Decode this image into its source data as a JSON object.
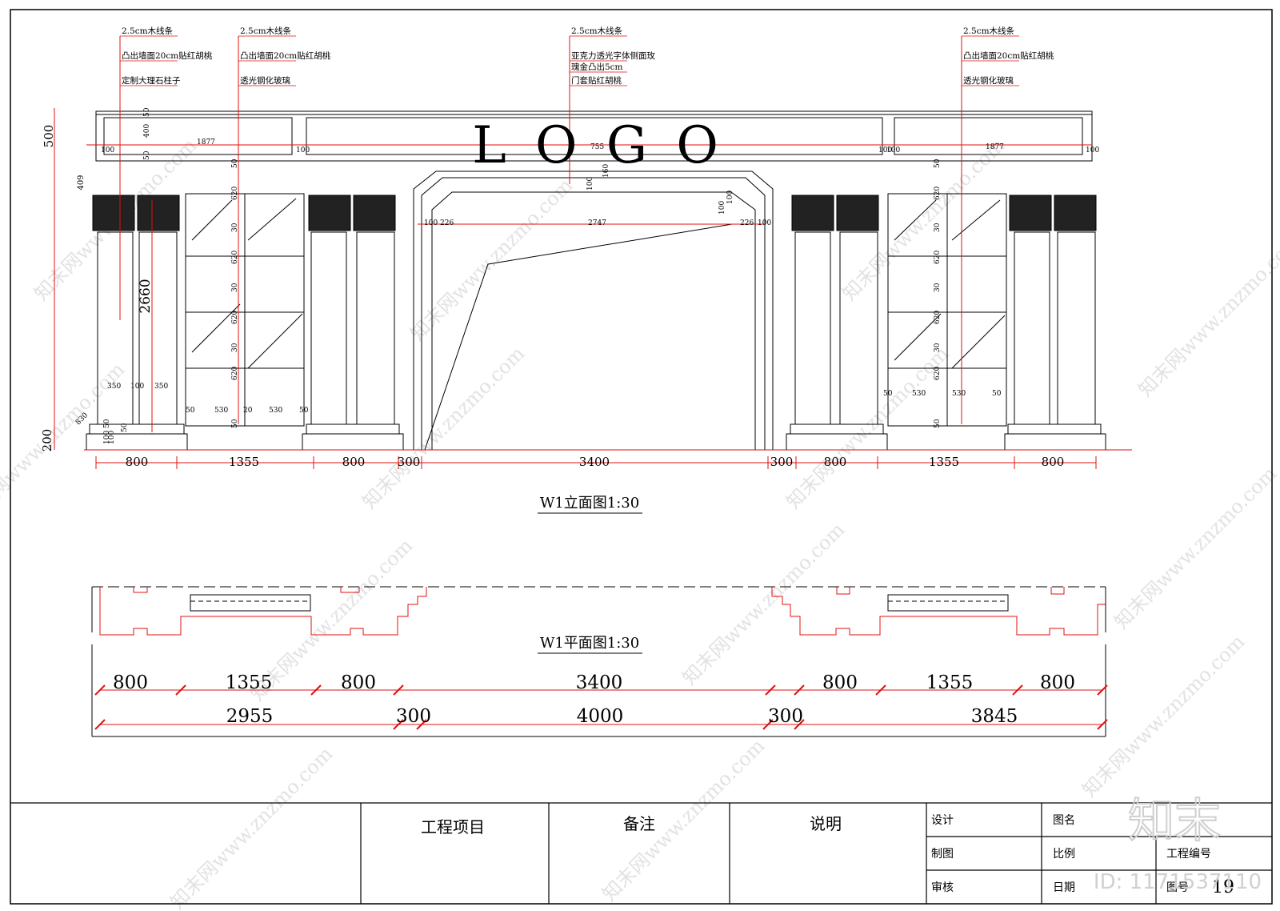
{
  "elevation": {
    "logo": "L O G O",
    "title": "W1立面图1:30",
    "callouts": [
      {
        "lines": [
          "2.5cm木线条",
          "凸出墙面20cm贴红胡桃",
          "定制大理石柱子"
        ]
      },
      {
        "lines": [
          "2.5cm木线条",
          "凸出墙面20cm贴红胡桃",
          "透光钢化玻璃"
        ]
      },
      {
        "lines": [
          "2.5cm木线条",
          "亚克力透光字体侧面玫",
          "瑰金凸出5cm",
          "门套贴红胡桃"
        ]
      },
      {
        "lines": [
          "2.5cm木线条",
          "凸出墙面20cm贴红胡桃",
          "透光钢化玻璃"
        ]
      }
    ],
    "dims_bottom": [
      "800",
      "1355",
      "800",
      "300",
      "3400",
      "300",
      "800",
      "1355",
      "800"
    ],
    "dims_left": [
      "500",
      "409",
      "2660",
      "200",
      "830"
    ],
    "small_dims": {
      "band": [
        "100",
        "1877",
        "100",
        "100",
        "755",
        "100",
        "1877",
        "100",
        "50",
        "400",
        "50"
      ],
      "arch": [
        "100",
        "226",
        "2747",
        "226",
        "100",
        "100",
        "160",
        "100",
        "100"
      ],
      "glass": [
        "50",
        "620",
        "30",
        "620",
        "30",
        "620",
        "30",
        "620",
        "50"
      ],
      "glass_w": [
        "50",
        "530",
        "20",
        "530",
        "50"
      ],
      "col": [
        "350",
        "100",
        "350",
        "50",
        "100",
        "100",
        "50"
      ]
    }
  },
  "plan": {
    "title": "W1平面图1:30",
    "row1": [
      "800",
      "1355",
      "800",
      "3400",
      "800",
      "1355",
      "800"
    ],
    "row2": [
      "2955",
      "300",
      "4000",
      "300",
      "3845"
    ]
  },
  "title_block": {
    "project": "工程项目",
    "remark": "备注",
    "note": "说明",
    "design": "设计",
    "draw": "制图",
    "review": "审核",
    "drawing_name": "图名",
    "scale": "比例",
    "date": "日期",
    "project_no": "工程编号",
    "drawing_no_label": "图号",
    "drawing_no": "19"
  },
  "watermark": {
    "text": "知末网www.znzmo.com",
    "brand": "知末",
    "id": "ID: 1171537110"
  },
  "colors": {
    "ink": "#000000",
    "dim": "#e01010",
    "watermark": "#d8d8d8"
  }
}
